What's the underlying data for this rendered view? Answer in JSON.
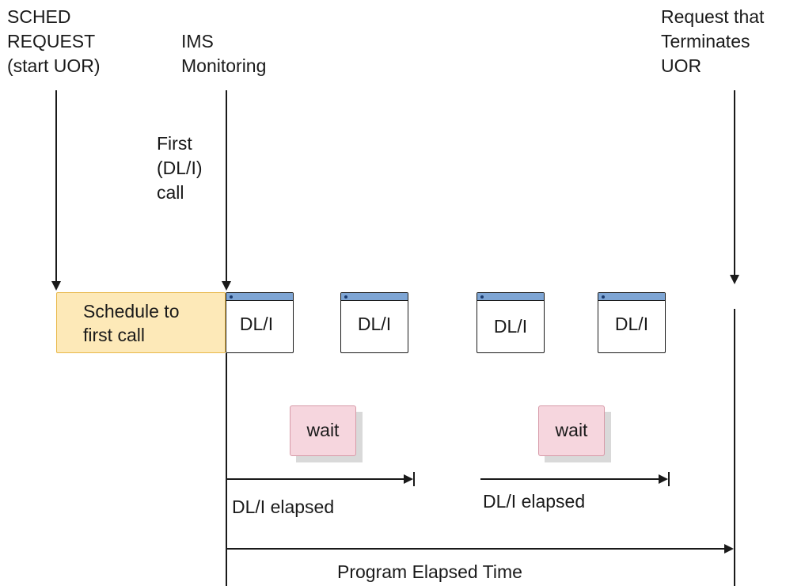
{
  "labels": {
    "sched_request": [
      "SCHED",
      "REQUEST",
      "(start UOR)"
    ],
    "ims_monitoring": [
      "IMS",
      "Monitoring"
    ],
    "request_terminates": [
      "Request that",
      "Terminates",
      "UOR"
    ],
    "first_call": [
      "First",
      "(DL/I)",
      "call"
    ]
  },
  "schedule_box": {
    "lines": [
      "Schedule to",
      "first call"
    ],
    "fill_color": "#fde9b8",
    "border_color": "#e8b84a"
  },
  "dli_boxes": [
    {
      "label": "DL/I"
    },
    {
      "label": "DL/I"
    },
    {
      "label": "DL/I"
    },
    {
      "label": "DL/I"
    }
  ],
  "dli_title_bar_color": "#7ea5d4",
  "wait_boxes": [
    {
      "label": "wait"
    },
    {
      "label": "wait"
    }
  ],
  "wait_fill_color": "#f6d6de",
  "intervals": {
    "dli_elapsed_1": "DL/I elapsed",
    "dli_elapsed_2": "DL/I elapsed",
    "program_elapsed": "Program Elapsed Time"
  }
}
